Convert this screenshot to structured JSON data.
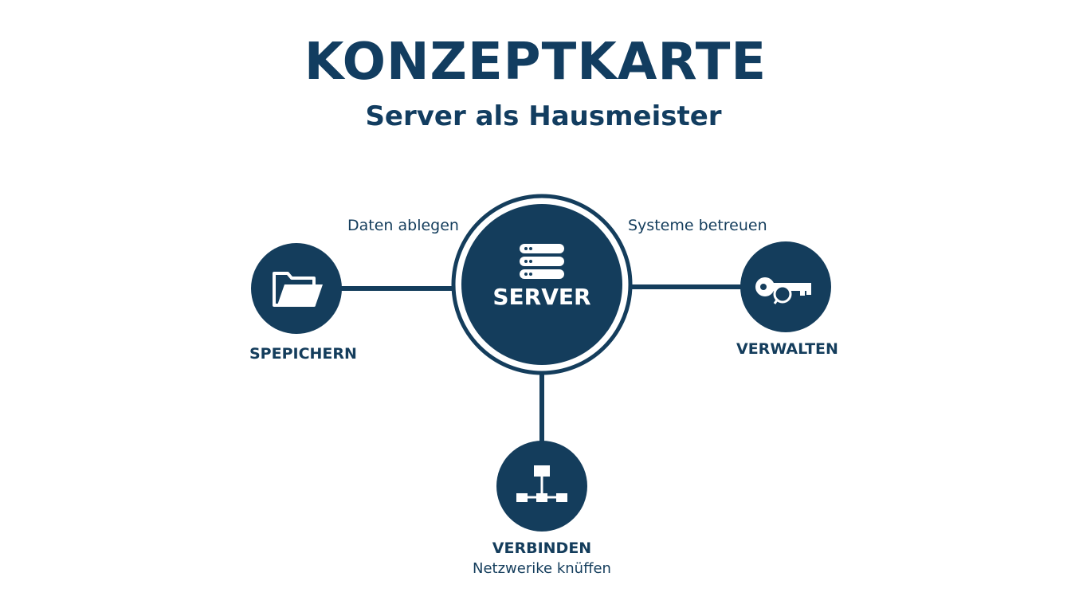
{
  "title": "KONZEPTKARTE",
  "subtitle": "Server als Hausmeister",
  "center": {
    "label": "SERVER",
    "icon": "database-icon"
  },
  "nodes": {
    "left": {
      "label": "SPEPICHERN",
      "edge_label": "Daten ablegen",
      "icon": "folder-icon"
    },
    "right": {
      "label": "VERWALTEN",
      "edge_label": "Systeme betreuen",
      "icon": "key-icon"
    },
    "bottom": {
      "label": "VERBINDEN",
      "note": "Netzwerike knüffen",
      "icon": "network-icon"
    }
  },
  "colors": {
    "primary": "#123d60",
    "background": "#ffffff"
  }
}
